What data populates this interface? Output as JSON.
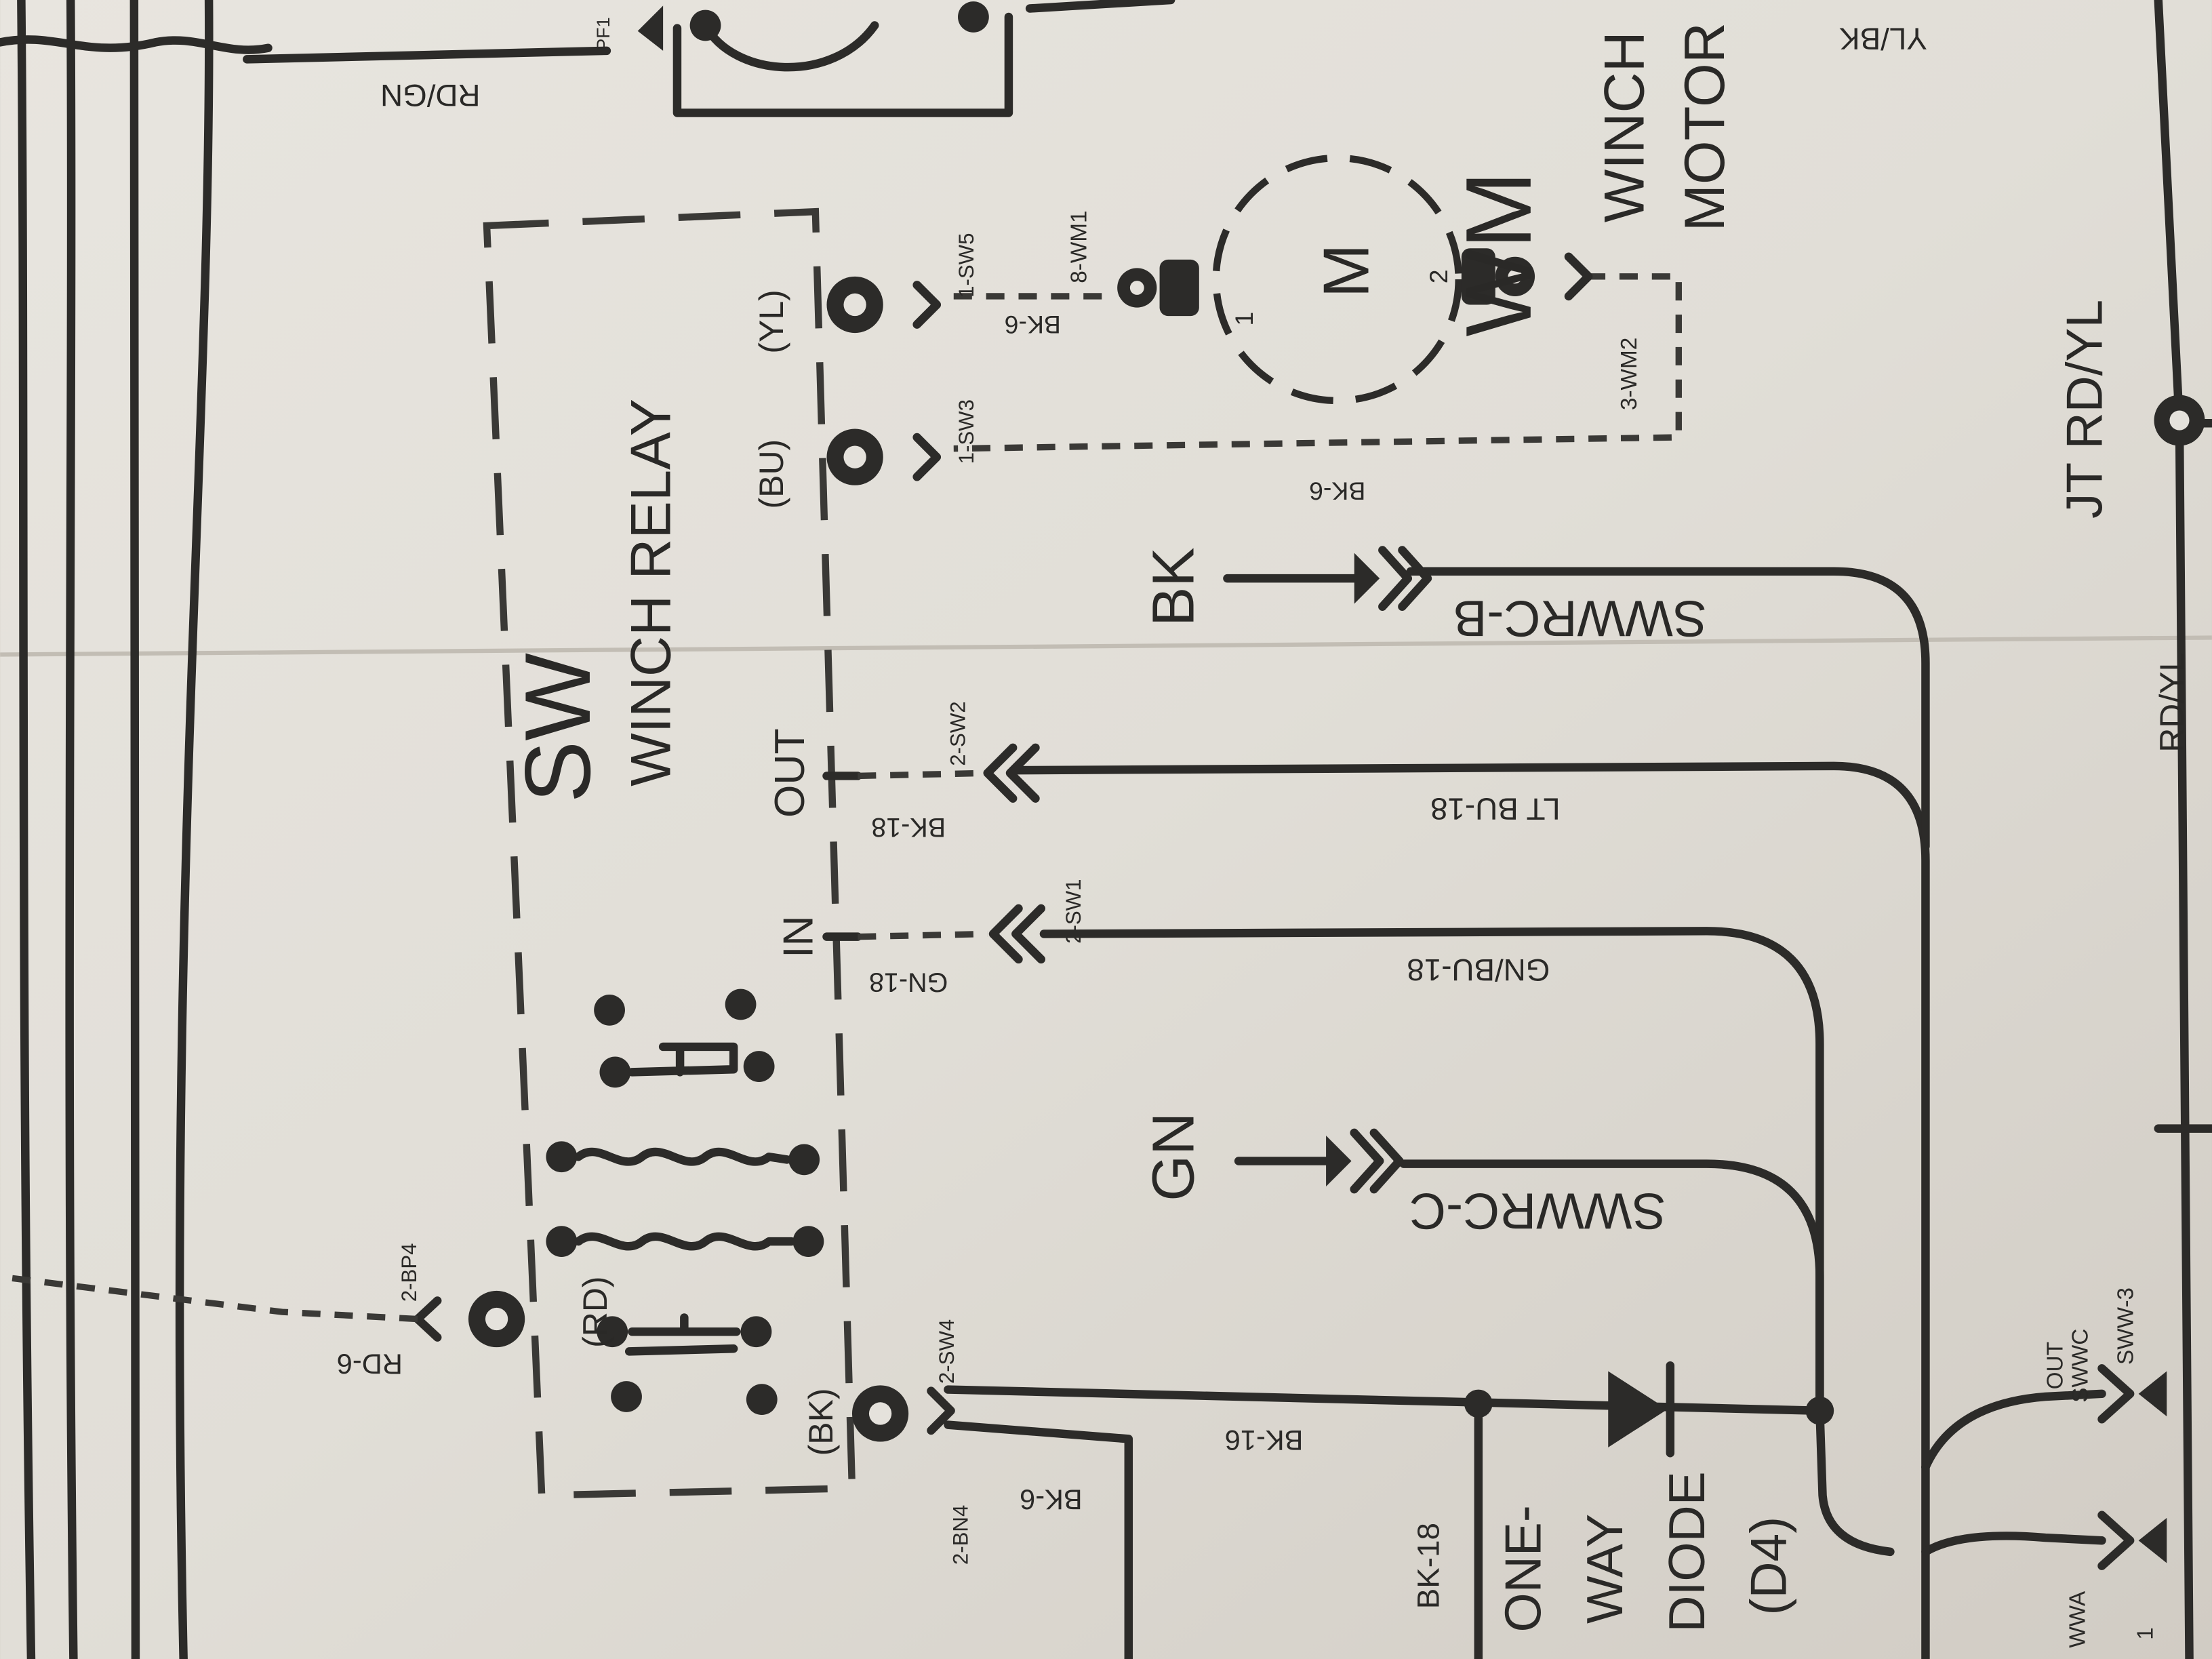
{
  "labels": {
    "rd_gn": "RD/GN",
    "yl_bk": "YL/BK",
    "pf1": "PF1",
    "wm": "WM",
    "winch": "WINCH",
    "motor": "MOTOR",
    "m": "M",
    "pin1": "1",
    "pin2": "2",
    "wm1": "8-WM1",
    "wm2": "3-WM2",
    "sw5": "1-SW5",
    "sw3": "1-SW3",
    "bk6_top": "BK-6",
    "bk6_mid": "BK-6",
    "yl": "(YL)",
    "bu": "(BU)",
    "winch_relay": "WINCH RELAY",
    "sw": "SW",
    "out": "OUT",
    "in": "IN",
    "sw2": "2-SW2",
    "sw1": "2-SW1",
    "bk18_out": "BK-18",
    "gn18": "GN-18",
    "lt_bu_18": "LT BU-18",
    "gn_bu_18": "GN/BU-18",
    "bk": "BK",
    "swwrc_b": "SWWRC-B",
    "gn": "GN",
    "swwrc_c": "SWWRC-C",
    "jt_rd_yl": "JT RD/YL",
    "rd_yl": "RD/YL",
    "rd": "(RD)",
    "bk_paren": "(BK)",
    "bp4": "2-BP4",
    "rd6": "RD-6",
    "sw4": "2-SW4",
    "bk16": "BK-16",
    "bn4": "2-BN4",
    "bk6_low": "BK-6",
    "bk18_low": "BK-18",
    "one": "ONE-",
    "way": "WAY",
    "diode": "DIODE",
    "d4": "(D4)",
    "out_swwc_1": "OUT",
    "out_swwc_2": "SWWC",
    "sww3": "SWW-3",
    "wa": "WWA",
    "edge1": "1"
  }
}
